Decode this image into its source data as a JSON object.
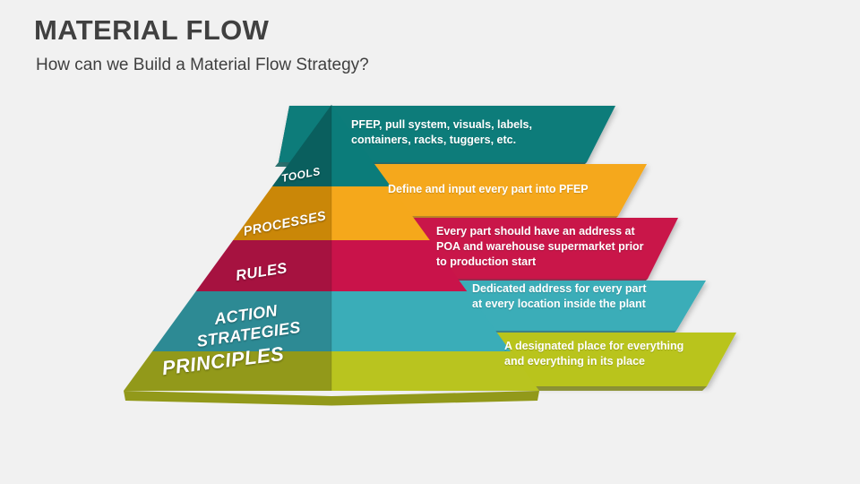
{
  "header": {
    "title": "MATERIAL FLOW",
    "subtitle": "How can we Build a Material Flow Strategy?"
  },
  "background_color": "#f1f1f1",
  "diagram": {
    "type": "pyramid",
    "levels": [
      {
        "tier_label": "TOOLS",
        "banner_text": "PFEP, pull system, visuals, labels,\ncontainers, racks, tuggers, etc.",
        "color": "#0b7c7a",
        "color_left_face": "#0a5f5e",
        "color_banner_shadow": "#095a58"
      },
      {
        "tier_label": "PROCESSES",
        "banner_text": "Define and input every part into PFEP",
        "color": "#f5a81b",
        "color_left_face": "#ca8708",
        "color_banner_shadow": "#b8790a"
      },
      {
        "tier_label": "RULES",
        "banner_text": "Every part should have an address at\nPOA and warehouse supermarket prior\nto production start",
        "color": "#c9134a",
        "color_left_face": "#a61240",
        "color_banner_shadow": "#8e0f37"
      },
      {
        "tier_label": "ACTION\nSTRATEGIES",
        "banner_text": "Dedicated address for every part\nat every location inside the plant",
        "color": "#3aadb8",
        "color_left_face": "#2d8a94",
        "color_banner_shadow": "#27777f"
      },
      {
        "tier_label": "PRINCIPLES",
        "banner_text": "A designated place for everything\nand everything in its place",
        "color": "#b9c41f",
        "color_left_face": "#92991a",
        "color_banner_shadow": "#7f861a"
      }
    ]
  }
}
